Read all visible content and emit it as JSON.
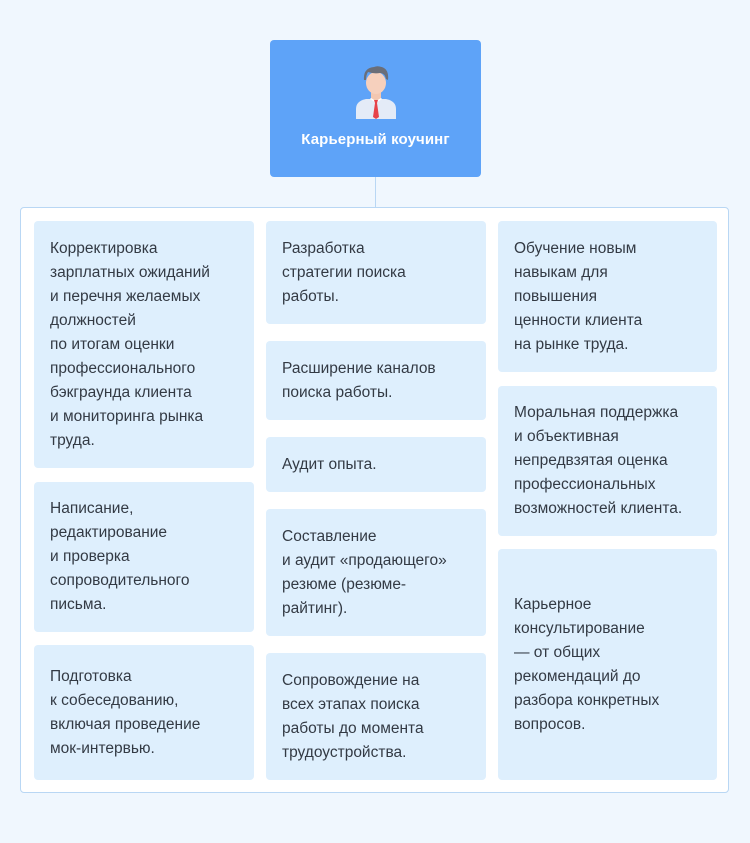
{
  "root": {
    "title": "Карьерный коучинг",
    "icon": "person-icon",
    "color": "#5ea3f8"
  },
  "columns": [
    {
      "cards": [
        {
          "text": "Корректировка\nзарплатных ожиданий\nи перечня желаемых\nдолжностей\nпо итогам оценки\nпрофессионального\nбэкграунда клиента\nи мониторинга рынка\nтруда."
        },
        {
          "text": "Написание,\nредактирование\nи проверка\nсопроводительного\nписьма."
        },
        {
          "text": "Подготовка\nк собеседованию,\nвключая проведение\nмок-интервью."
        }
      ]
    },
    {
      "cards": [
        {
          "text": "Разработка\nстратегии поиска\nработы."
        },
        {
          "text": "Расширение каналов\nпоиска работы."
        },
        {
          "text": "Аудит опыта."
        },
        {
          "text": "Составление\nи аудит «продающего»\nрезюме (резюме-\nрайтинг)."
        },
        {
          "text": "Сопровождение на\nвсех этапах поиска\nработы до момента\nтрудоустройства."
        }
      ]
    },
    {
      "cards": [
        {
          "text": "Обучение новым\nнавыкам для\nповышения\nценности клиента\nна рынке труда."
        },
        {
          "text": "Моральная поддержка\nи объективная\nнепредвзятая оценка\nпрофессиональных\nвозможностей клиента."
        },
        {
          "text": "Карьерное\nконсультирование\n— от общих\nрекомендаций до\nразбора конкретных\nвопросов."
        }
      ]
    }
  ],
  "colors": {
    "background": "#f0f7fe",
    "card": "#deeffd",
    "border": "#b9d7f4",
    "text": "#333a44"
  }
}
